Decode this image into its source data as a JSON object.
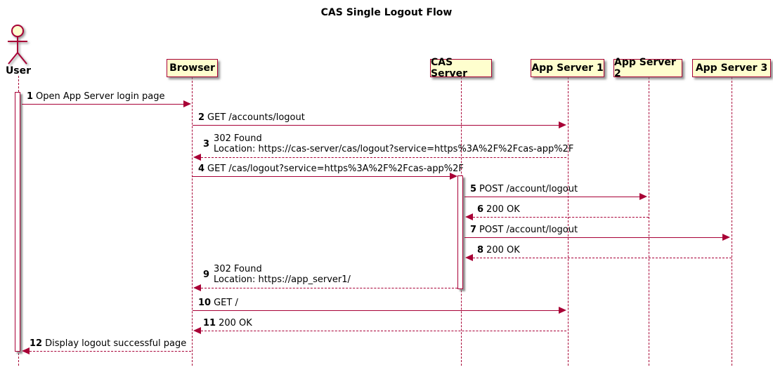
{
  "title": "CAS Single Logout Flow",
  "diagram_type": "sequence-diagram",
  "colors": {
    "accent_border": "#A80036",
    "participant_fill": "#FEFECE",
    "text": "#000000",
    "background": "#FFFFFF"
  },
  "participants": [
    {
      "label": "User",
      "type": "actor"
    },
    {
      "label": "Browser",
      "type": "participant"
    },
    {
      "label": "CAS Server",
      "type": "participant"
    },
    {
      "label": "App Server 1",
      "type": "participant"
    },
    {
      "label": "App Server 2",
      "type": "participant"
    },
    {
      "label": "App Server 3",
      "type": "participant"
    }
  ],
  "messages": [
    {
      "num": "1",
      "text": "Open App Server login page",
      "from": "User",
      "to": "Browser",
      "style": "solid"
    },
    {
      "num": "2",
      "text": "GET /accounts/logout",
      "from": "Browser",
      "to": "App Server 1",
      "style": "solid"
    },
    {
      "num": "3",
      "lines": [
        "302 Found",
        "Location: https://cas-server/cas/logout?service=https%3A%2F%2Fcas-app%2F"
      ],
      "from": "App Server 1",
      "to": "Browser",
      "style": "dashed"
    },
    {
      "num": "4",
      "text": "GET /cas/logout?service=https%3A%2F%2Fcas-app%2F",
      "from": "Browser",
      "to": "CAS Server",
      "style": "solid"
    },
    {
      "num": "5",
      "text": "POST /account/logout",
      "from": "CAS Server",
      "to": "App Server 2",
      "style": "solid"
    },
    {
      "num": "6",
      "text": "200 OK",
      "from": "App Server 2",
      "to": "CAS Server",
      "style": "dashed"
    },
    {
      "num": "7",
      "text": "POST /account/logout",
      "from": "CAS Server",
      "to": "App Server 3",
      "style": "solid"
    },
    {
      "num": "8",
      "text": "200 OK",
      "from": "App Server 3",
      "to": "CAS Server",
      "style": "dashed"
    },
    {
      "num": "9",
      "lines": [
        "302 Found",
        "Location: https://app_server1/"
      ],
      "from": "CAS Server",
      "to": "Browser",
      "style": "dashed"
    },
    {
      "num": "10",
      "text": "GET /",
      "from": "Browser",
      "to": "App Server 1",
      "style": "solid"
    },
    {
      "num": "11",
      "text": "200 OK",
      "from": "App Server 1",
      "to": "Browser",
      "style": "dashed"
    },
    {
      "num": "12",
      "text": "Display logout successful page",
      "from": "Browser",
      "to": "User",
      "style": "dashed"
    }
  ]
}
